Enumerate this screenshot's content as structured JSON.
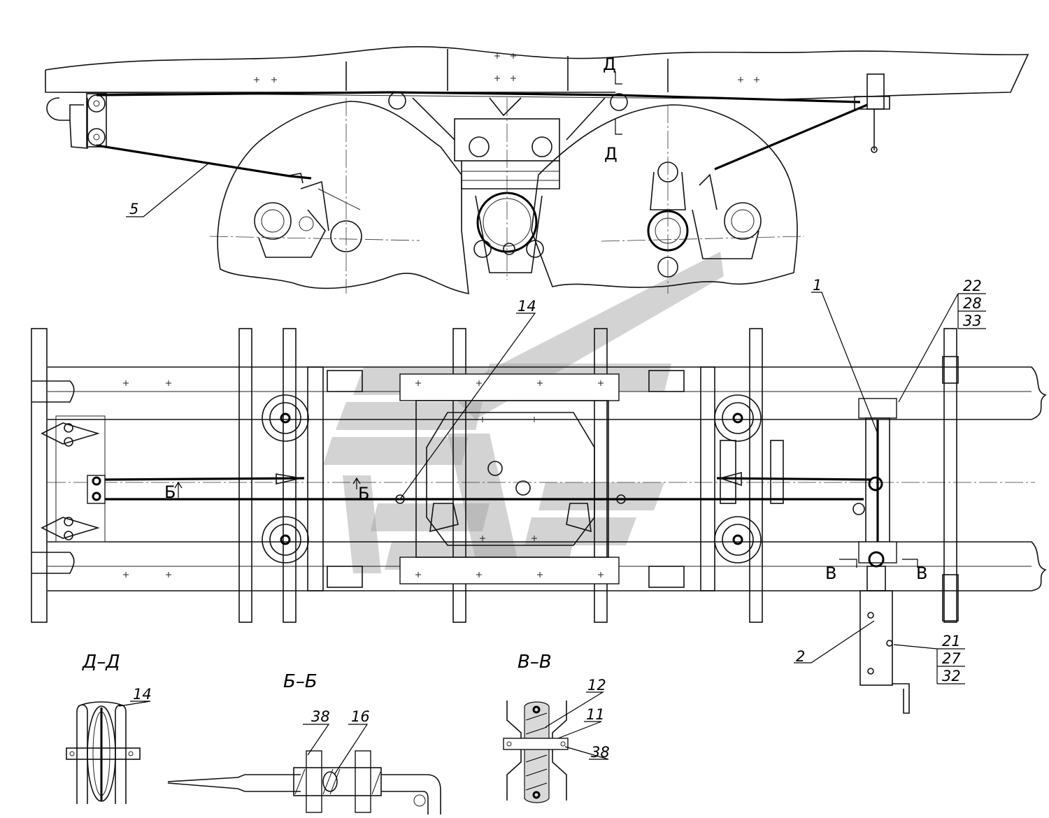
{
  "drawing": {
    "callouts": {
      "c1": "1",
      "c2": "2",
      "c5": "5",
      "c14": "14",
      "stack_top": [
        "22",
        "28",
        "33"
      ],
      "stack_bottom": [
        "21",
        "27",
        "32"
      ]
    },
    "section_marks": {
      "d": "Д",
      "b": "Б",
      "v": "В"
    },
    "section_titles": {
      "dd": "Д–Д",
      "bb": "Б–Б",
      "vv": "В–В"
    },
    "detail_callouts": {
      "dd_14": "14",
      "bb_38": "38",
      "bb_16": "16",
      "vv_12": "12",
      "vv_11": "11",
      "vv_38": "38"
    }
  },
  "colors": {
    "line": "#000000",
    "watermark": "#9e9e9e",
    "background": "#ffffff"
  }
}
